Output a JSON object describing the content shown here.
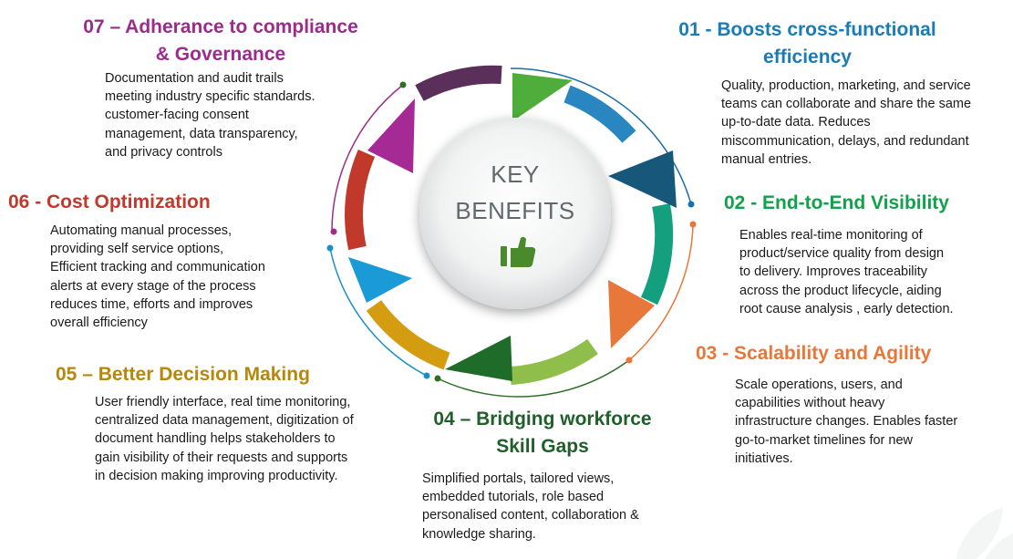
{
  "center": {
    "line1": "KEY",
    "line2": "BENEFITS",
    "icon": "thumbs-up-icon"
  },
  "colors": {
    "c01": "#1a7cb6",
    "c02": "#12a14b",
    "c03": "#e8773a",
    "c04": "#1f5f2a",
    "c05": "#b8860b",
    "c06": "#c0392b",
    "c07": "#9b2c8c",
    "icon": "#4b8a2c"
  },
  "benefits": [
    {
      "id": "01",
      "title_l1": "01 - Boosts cross-functional",
      "title_l2": "efficiency",
      "desc": [
        "Quality, production, marketing, and service",
        "teams can collaborate and share the same",
        "up-to-date data. Reduces",
        "miscommunication, delays, and redundant",
        "manual entries."
      ]
    },
    {
      "id": "02",
      "title_l1": "02 - End-to-End Visibility",
      "desc": [
        "Enables real-time monitoring of",
        "product/service quality from design",
        "to delivery. Improves traceability",
        "across the product lifecycle, aiding",
        "root cause analysis , early detection."
      ]
    },
    {
      "id": "03",
      "title_l1": "03 - Scalability and Agility",
      "desc": [
        "Scale operations, users, and",
        "capabilities without heavy",
        "infrastructure changes. Enables faster",
        "go-to-market timelines for new",
        "initiatives."
      ]
    },
    {
      "id": "04",
      "title_l1": "04 – Bridging workforce",
      "title_l2": "Skill Gaps",
      "desc": [
        "Simplified portals, tailored views,",
        "embedded tutorials, role based",
        "personalised content, collaboration &",
        "knowledge sharing."
      ]
    },
    {
      "id": "05",
      "title_l1": "05 – Better Decision Making",
      "desc": [
        "User friendly interface, real time monitoring,",
        "centralized data management, digitization of",
        "document handling helps stakeholders to",
        "gain visibility of their requests and supports",
        "in decision making improving productivity."
      ]
    },
    {
      "id": "06",
      "title_l1": "06 - Cost Optimization",
      "desc": [
        "Automating manual processes,",
        "providing self service options,",
        "Efficient tracking and communication",
        "alerts at every stage of the process",
        "reduces time, efforts and improves",
        "overall efficiency"
      ]
    },
    {
      "id": "07",
      "title_l1": "07 – Adherance to compliance",
      "title_l2": "& Governance",
      "desc": [
        "Documentation and audit trails",
        "meeting industry specific standards.",
        "customer-facing consent",
        "management, data transparency,",
        "and privacy controls"
      ]
    }
  ]
}
